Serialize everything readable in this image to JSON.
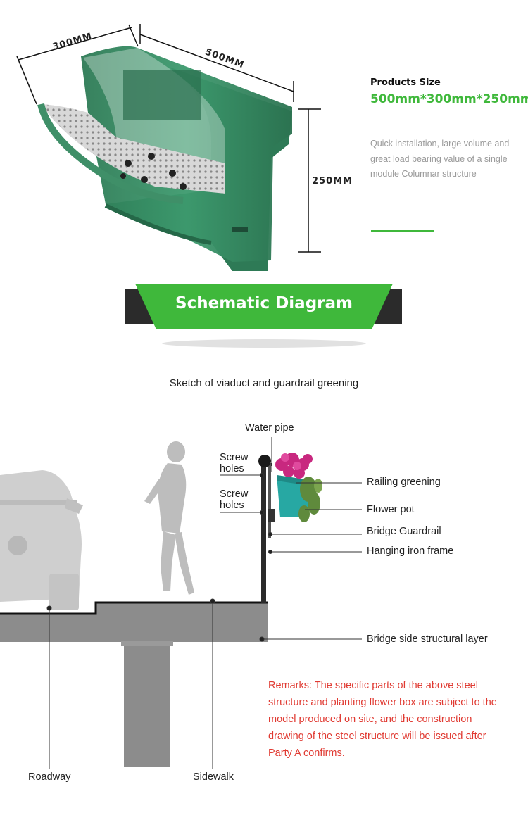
{
  "product": {
    "dim_width": "300MM",
    "dim_length": "500MM",
    "dim_height": "250MM",
    "size_title": "Products Size",
    "size_value": "500mm*300mm*250mm",
    "description": "Quick installation, large volume and great load bearing value of a single module Columnar structure"
  },
  "banner": {
    "title": "Schematic Diagram"
  },
  "diagram": {
    "caption": "Sketch of viaduct and guardrail greening",
    "labels": {
      "water_pipe": "Water pipe",
      "screw_holes_1": "Screw holes",
      "screw_holes_2": "Screw holes",
      "railing_greening": "Railing greening",
      "flower_pot": "Flower pot",
      "bridge_guardrail": "Bridge Guardrail",
      "hanging_iron_frame": "Hanging iron frame",
      "bridge_side_structural_layer": "Bridge side structural layer",
      "roadway": "Roadway",
      "sidewalk": "Sidewalk"
    },
    "remarks": "Remarks: The specific parts of the above steel structure and planting flower box are subject to the model produced on site, and the construction drawing of the steel structure will be issued after Party A confirms."
  },
  "colors": {
    "brand_green": "#3fb83b",
    "pot_green": "#2f7a5a",
    "remark_red": "#e03a32",
    "banner_dark": "#2b2b2b",
    "bridge_gray": "#8c8c8c"
  }
}
